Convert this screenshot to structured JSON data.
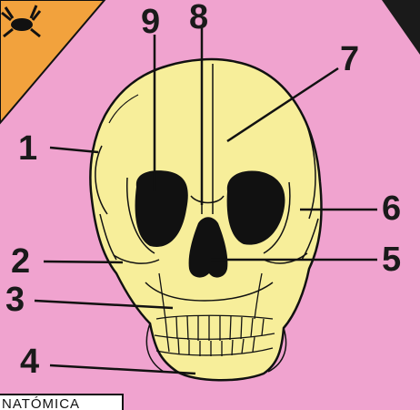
{
  "colors": {
    "background": "#f0a3cf",
    "skull": "#f7ee9a",
    "outline": "#111111",
    "corner_panel": "#f2a23d"
  },
  "icons": [
    "crab-silhouette-icon"
  ],
  "labels": [
    {
      "id": "1",
      "text": "1"
    },
    {
      "id": "2",
      "text": "2"
    },
    {
      "id": "3",
      "text": "3"
    },
    {
      "id": "4",
      "text": "4"
    },
    {
      "id": "5",
      "text": "5"
    },
    {
      "id": "6",
      "text": "6"
    },
    {
      "id": "7",
      "text": "7"
    },
    {
      "id": "8",
      "text": "8"
    },
    {
      "id": "9",
      "text": "9"
    }
  ],
  "footer_text": "NATÓMICA"
}
